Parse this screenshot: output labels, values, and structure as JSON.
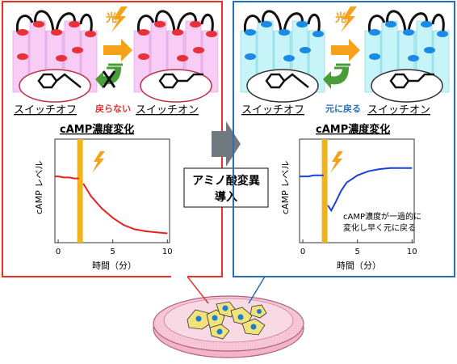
{
  "left_panel": {
    "light_label": "光",
    "state_off_label": "スイッチオフ",
    "state_on_label": "スイッチオン",
    "no_return_label": "戻らない",
    "chart_title": "cAMP濃度変化"
  },
  "right_panel": {
    "light_label": "光",
    "state_off_label": "スイッチオフ",
    "state_on_label": "スイッチオン",
    "return_label": "元に戻る",
    "chart_title": "cAMP濃度変化",
    "annotation_line1": "cAMP濃度が一過的に",
    "annotation_line2": "変化し早く元に戻る"
  },
  "middle": {
    "mutation_line1": "アミノ酸変異",
    "mutation_line2": "導入"
  },
  "colors": {
    "left_border": "#e8302a",
    "right_border": "#2a6db5",
    "left_helix": "#f2b8f0",
    "right_helix": "#a8ecf2",
    "left_cap": "#e8303a",
    "right_cap": "#1a8ae6",
    "light_bolt": "#f5a21a",
    "stimulus_bar": "#f2b21e",
    "left_curve": "#e82020",
    "right_curve": "#1a3fe0",
    "dish": "#f6c8d8",
    "cell": "#f2e27a"
  },
  "chart_data": [
    {
      "type": "line",
      "title": "cAMP濃度変化",
      "xlabel": "時間（分）",
      "ylabel": "cAMP レベル",
      "xlim": [
        -0.3,
        10.2
      ],
      "ylim": [
        0,
        1
      ],
      "xticks": [
        "0",
        "5",
        "10"
      ],
      "stimulus_time": 2,
      "series": [
        {
          "x": [
            -0.3,
            0,
            0.5,
            1,
            1.5,
            1.9
          ],
          "y": [
            0.64,
            0.64,
            0.63,
            0.63,
            0.62,
            0.62
          ]
        },
        {
          "x": [
            2.3,
            3,
            4,
            5,
            6,
            7,
            8,
            9,
            10
          ],
          "y": [
            0.57,
            0.45,
            0.33,
            0.24,
            0.17,
            0.13,
            0.11,
            0.1,
            0.09
          ]
        }
      ]
    },
    {
      "type": "line",
      "title": "cAMP濃度変化",
      "xlabel": "時間（分）",
      "ylabel": "cAMP レベル",
      "xlim": [
        -0.3,
        10.2
      ],
      "ylim": [
        0,
        1
      ],
      "xticks": [
        "0",
        "5",
        "10"
      ],
      "stimulus_time": 2,
      "series": [
        {
          "x": [
            -0.3,
            0,
            0.5,
            1,
            1.5,
            1.9
          ],
          "y": [
            0.64,
            0.64,
            0.64,
            0.65,
            0.65,
            0.65
          ]
        },
        {
          "x": [
            2.3,
            2.6,
            3,
            3.5,
            4,
            5,
            6,
            7,
            8,
            9,
            10
          ],
          "y": [
            0.36,
            0.31,
            0.39,
            0.5,
            0.58,
            0.65,
            0.69,
            0.71,
            0.72,
            0.72,
            0.72
          ]
        }
      ]
    }
  ]
}
